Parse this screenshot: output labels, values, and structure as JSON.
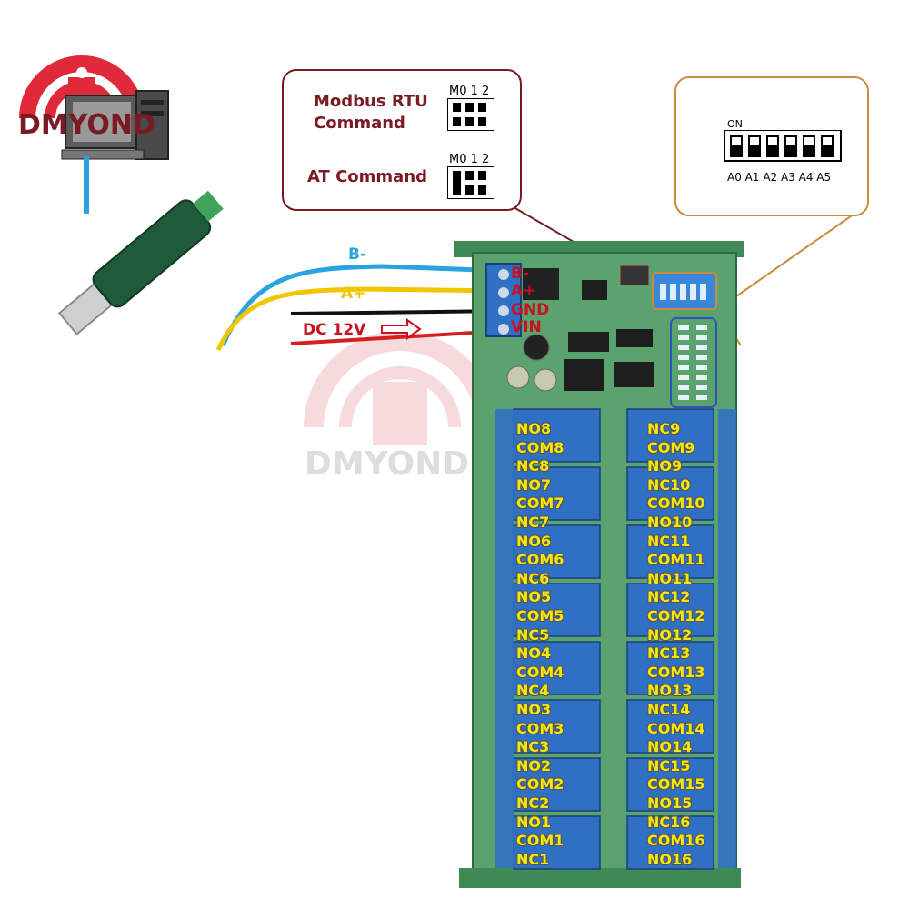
{
  "brand": {
    "logo_text": "DMYOND",
    "watermark_text": "DMYOND"
  },
  "mode_box": {
    "modbus_label": "Modbus RTU\nCommand",
    "at_label": "AT Command",
    "jumper_header_modbus": "M0 1 2",
    "jumper_header_at": "M0 1 2"
  },
  "dip_box": {
    "on_label": "ON",
    "address_labels": "A0 A1 A2 A3 A4 A5"
  },
  "wires": {
    "b_minus": "B-",
    "a_plus": "A+",
    "dc_label": "DC 12V"
  },
  "terminals": [
    "B-",
    "A+",
    "GND",
    "VIN"
  ],
  "relays_left": [
    "NO8",
    "COM8",
    "NC8",
    "NO7",
    "COM7",
    "NC7",
    "NO6",
    "COM6",
    "NC6",
    "NO5",
    "COM5",
    "NC5",
    "NO4",
    "COM4",
    "NC4",
    "NO3",
    "COM3",
    "NC3",
    "NO2",
    "COM2",
    "NC2",
    "NO1",
    "COM1",
    "NC1"
  ],
  "relays_right": [
    "NC9",
    "COM9",
    "NO9",
    "NC10",
    "COM10",
    "NO10",
    "NC11",
    "COM11",
    "NO11",
    "NC12",
    "COM12",
    "NO12",
    "NC13",
    "COM13",
    "NO13",
    "NC14",
    "COM14",
    "NO14",
    "NC15",
    "COM15",
    "NO15",
    "NC16",
    "COM16",
    "NO16"
  ],
  "colors": {
    "board": "#5aa36e",
    "rail": "#3f8a55",
    "relay": "#2f6fc4",
    "accent_red": "#c8101e",
    "label_yellow": "#f5e60a",
    "wire_blue": "#2aa3e0",
    "wire_yellow": "#f2c500"
  }
}
